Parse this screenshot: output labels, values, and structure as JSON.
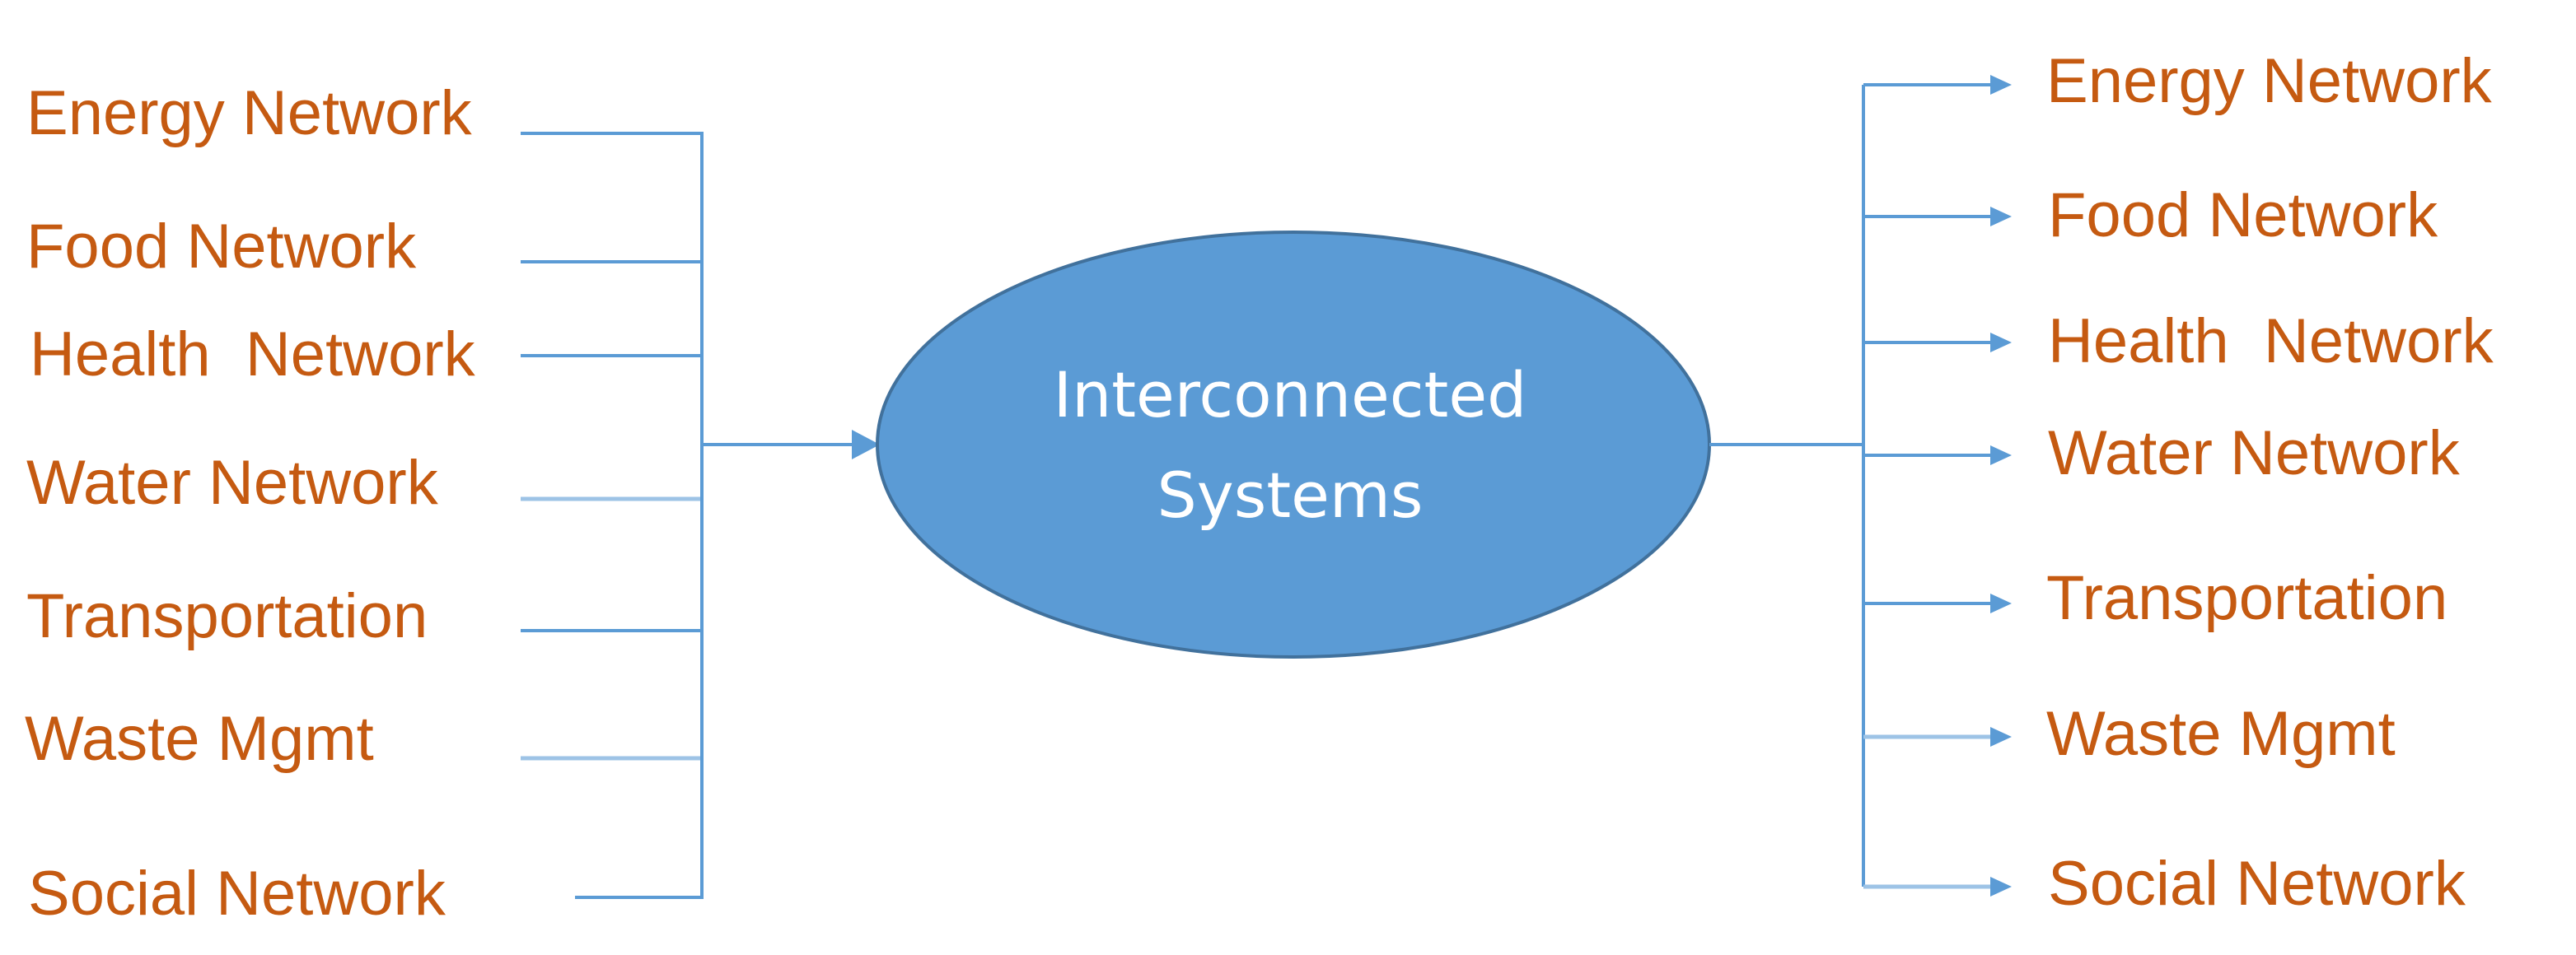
{
  "diagram": {
    "center": {
      "line1": "Interconnected",
      "line2": "Systems",
      "fill": "#5B9BD5",
      "stroke": "#41719C",
      "text_color": "#FFFFFF"
    },
    "inputs": [
      "Energy Network",
      "Food Network",
      "Health  Network",
      "Water Network",
      "Transportation",
      "Waste Mgmt",
      "Social Network"
    ],
    "outputs": [
      "Energy Network",
      "Food Network",
      "Health  Network",
      "Water Network",
      "Transportation",
      "Waste Mgmt",
      "Social Network"
    ],
    "colors": {
      "label": "#C55A11",
      "connector": "#5B9BD5"
    }
  }
}
